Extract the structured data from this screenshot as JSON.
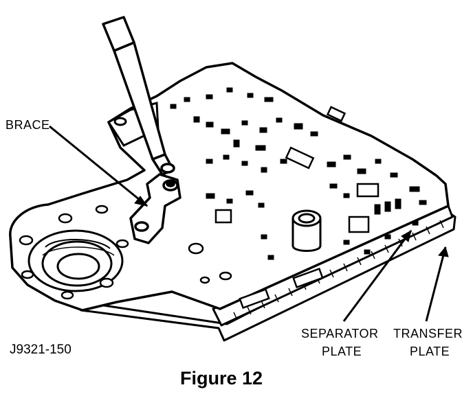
{
  "figure": {
    "caption": "Figure 12",
    "part_number": "J9321-150"
  },
  "callouts": {
    "brace": "BRACE",
    "separator_line1": "SEPARATOR",
    "separator_line2": "PLATE",
    "transfer_line1": "TRANSFER",
    "transfer_line2": "PLATE"
  },
  "colors": {
    "ink": "#000000",
    "paper": "#ffffff"
  }
}
